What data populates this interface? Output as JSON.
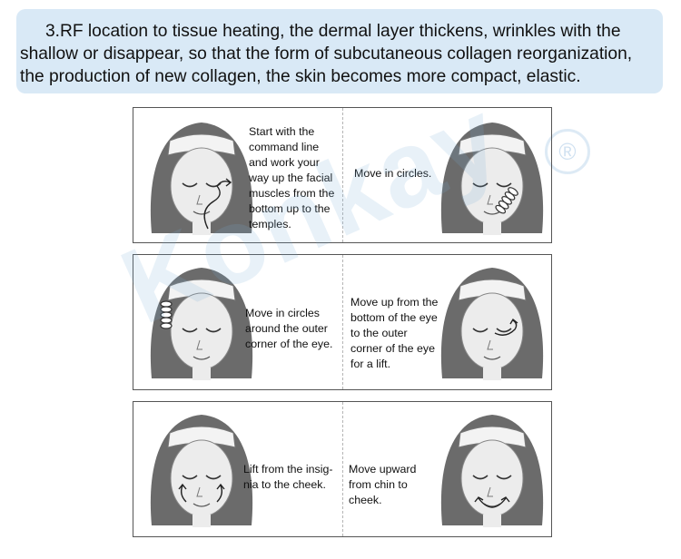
{
  "banner": {
    "line1": "3.RF location to tissue heating, the dermal layer thickens, wrinkles with the",
    "line2": "shallow or disappear, so that the form of subcutaneous collagen reorganization,",
    "line3": "the production of new collagen, the skin becomes more compact, elastic."
  },
  "colors": {
    "banner_bg": "#d9e9f6",
    "panel_border": "#555555",
    "hair": "#6b6b6b",
    "skin": "#ececec"
  },
  "steps": [
    {
      "lines": [
        "Start with the",
        "command line",
        "and work your",
        "way up the facial",
        "muscles from the",
        "bottom up to the",
        "temples."
      ]
    },
    {
      "lines": [
        "Move in circles."
      ]
    },
    {
      "lines": [
        "Move in circles",
        "around the outer",
        "corner of the eye."
      ]
    },
    {
      "lines": [
        "Move up from the",
        "bottom of the eye",
        "to the outer",
        "corner of the eye",
        "for a lift."
      ]
    },
    {
      "lines": [
        "Lift from the insig-",
        "nia to the cheek."
      ]
    },
    {
      "lines": [
        "Move upward",
        "from chin to",
        "cheek."
      ]
    }
  ]
}
